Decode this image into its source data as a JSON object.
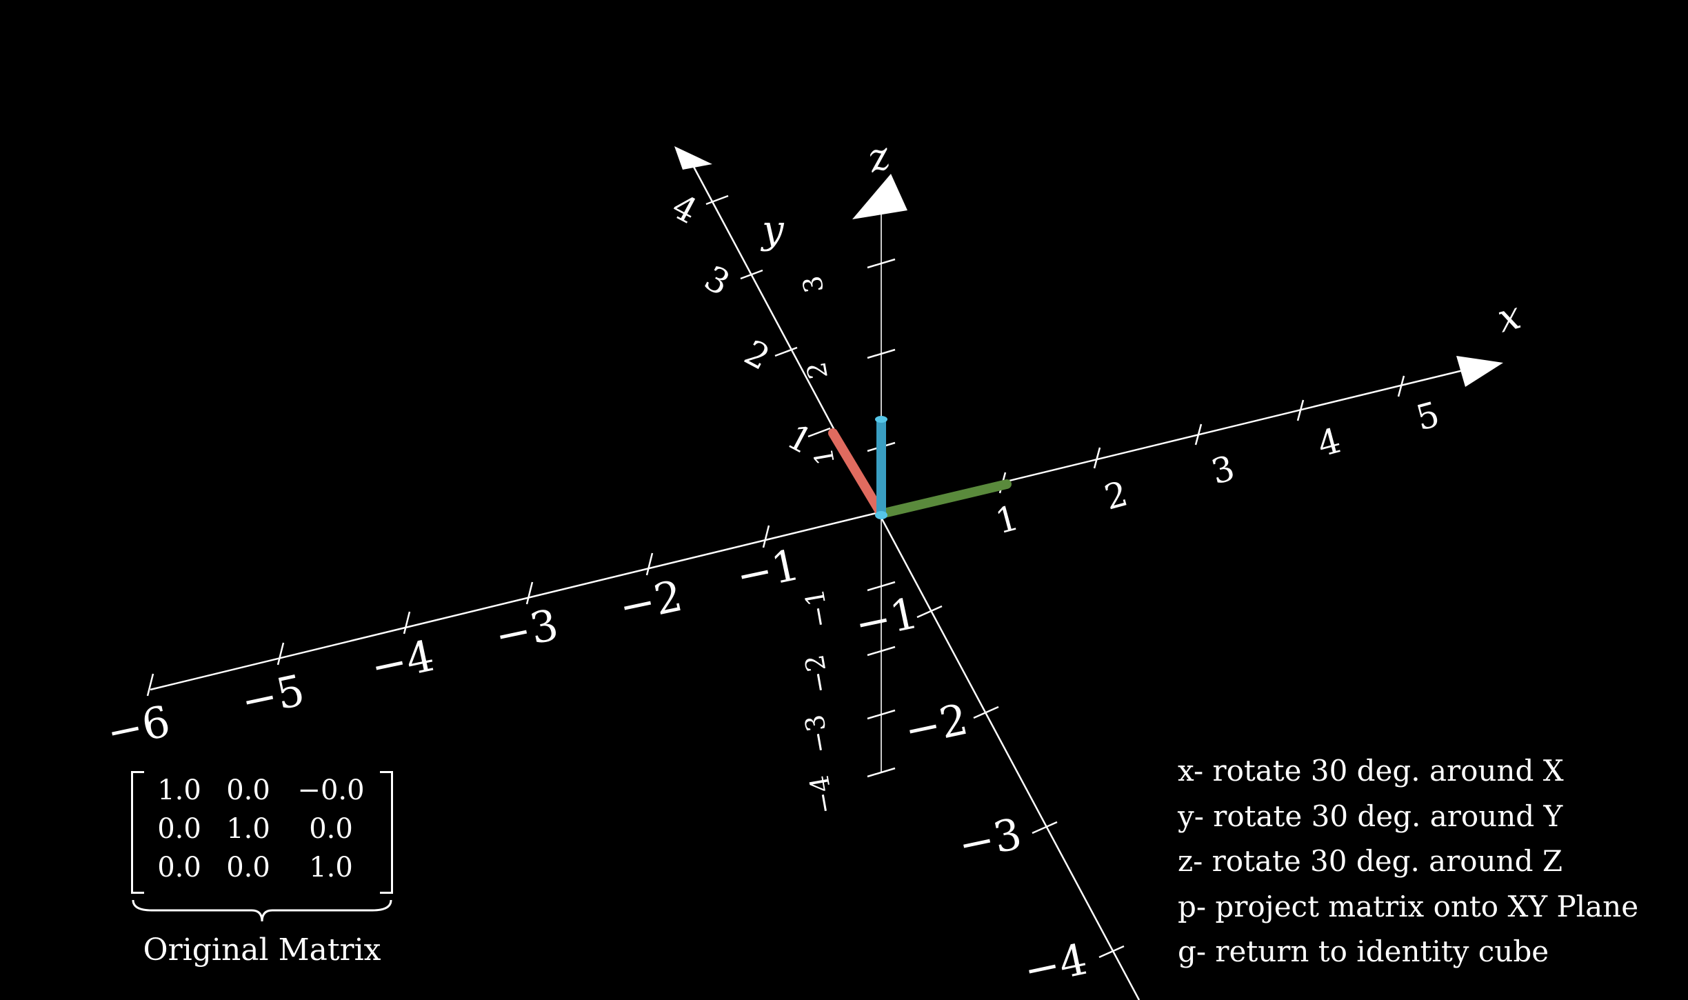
{
  "axes": {
    "x_name": "x",
    "y_name": "y",
    "z_name": "z",
    "x_ticks": [
      "1",
      "2",
      "3",
      "4",
      "5"
    ],
    "neg_x_ticks": [
      "−1",
      "−2",
      "−3",
      "−4",
      "−5",
      "−6"
    ],
    "y_ticks": [
      "1",
      "2",
      "3",
      "4"
    ],
    "neg_y_ticks": [
      "−1",
      "−2",
      "−3",
      "−4"
    ],
    "z_ticks": [
      "1",
      "2",
      "3"
    ],
    "neg_z_ticks": [
      "−1",
      "−2",
      "−3",
      "−4"
    ]
  },
  "vectors": {
    "x_color": "#5a8a3c",
    "y_color": "#e06b5f",
    "z_color": "#3a9ec2"
  },
  "matrix": {
    "rows": [
      [
        "1.0",
        "0.0",
        "−0.0"
      ],
      [
        "0.0",
        "1.0",
        "0.0"
      ],
      [
        "0.0",
        "0.0",
        "1.0"
      ]
    ],
    "caption": "Original Matrix"
  },
  "controls": [
    "x- rotate 30 deg. around X",
    "y- rotate 30 deg. around Y",
    "z- rotate 30 deg. around Z",
    "p- project matrix onto XY Plane",
    "g- return to identity cube"
  ]
}
